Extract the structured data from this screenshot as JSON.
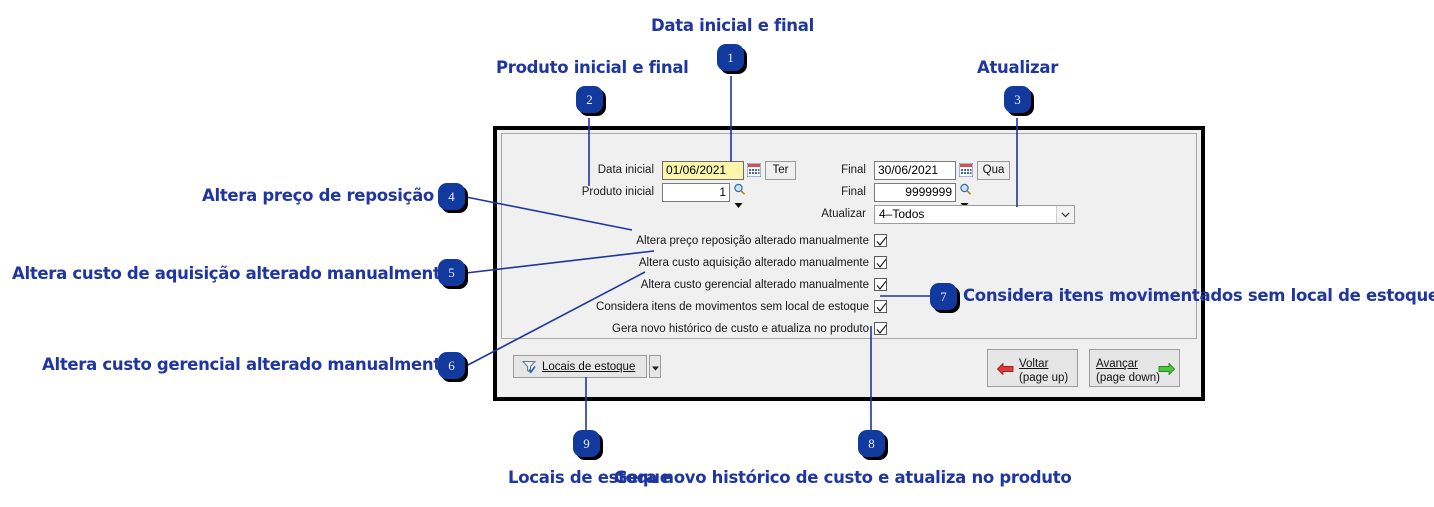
{
  "callouts": [
    {
      "n": "1",
      "label": "Data inicial e final"
    },
    {
      "n": "2",
      "label": "Produto inicial e final"
    },
    {
      "n": "3",
      "label": "Atualizar"
    },
    {
      "n": "4",
      "label": "Altera preço de reposição"
    },
    {
      "n": "5",
      "label": "Altera custo de aquisição alterado manualmente"
    },
    {
      "n": "6",
      "label": "Altera custo gerencial alterado manualmente"
    },
    {
      "n": "7",
      "label": "Considera itens movimentados sem local de estoque"
    },
    {
      "n": "8",
      "label": "Gera novo histórico de custo e atualiza no produto"
    },
    {
      "n": "9",
      "label": "Locais de estoque"
    }
  ],
  "form": {
    "data_inicial_label": "Data inicial",
    "data_inicial_value": "01/06/2021",
    "data_inicial_dow": "Ter",
    "final_data_label": "Final",
    "final_data_value": "30/06/2021",
    "final_data_dow": "Qua",
    "produto_inicial_label": "Produto inicial",
    "produto_inicial_value": "1",
    "produto_final_label": "Final",
    "produto_final_value": "9999999",
    "atualizar_label": "Atualizar",
    "atualizar_value": "4–Todos",
    "checkboxes": [
      {
        "label": "Altera preço reposição alterado manualmente",
        "checked": true
      },
      {
        "label": "Altera custo aquisição alterado manualmente",
        "checked": true
      },
      {
        "label": "Altera custo gerencial alterado manualmente",
        "checked": true
      },
      {
        "label": "Considera itens de movimentos sem local de estoque",
        "checked": true
      },
      {
        "label": "Gera novo histórico de custo e atualiza no produto",
        "checked": true
      }
    ]
  },
  "buttons": {
    "locais": "Locais de estoque",
    "voltar_line1": "Voltar",
    "voltar_line2": "(page up)",
    "avancar_line1": "Avançar",
    "avancar_line2": "(page down)"
  },
  "colors": {
    "annotation_blue": "#1f35a0",
    "badge_blue": "#123a9e",
    "window_bg": "#f0f0f0",
    "highlight_yellow": "#fbf6ac"
  }
}
